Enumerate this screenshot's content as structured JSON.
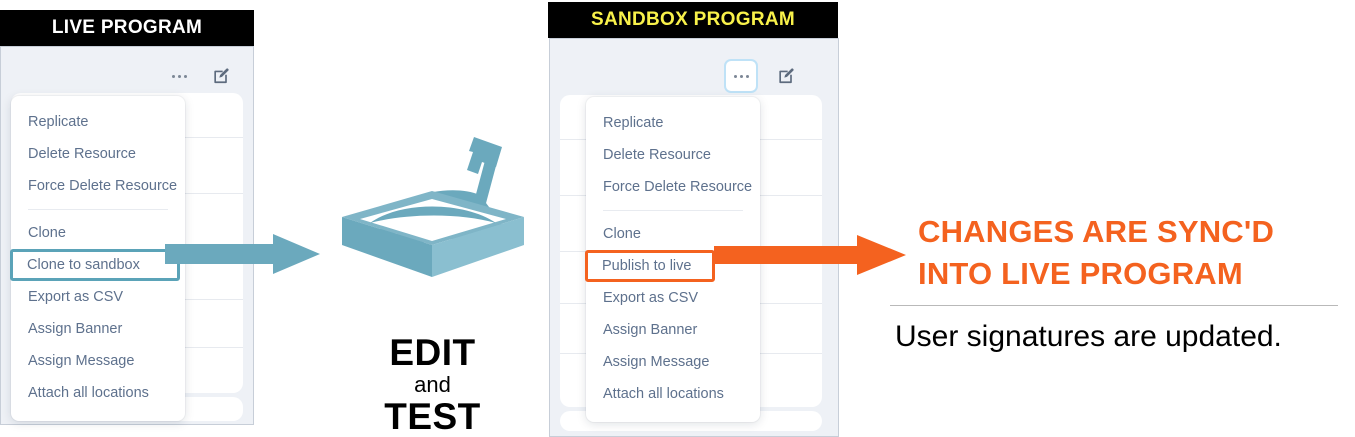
{
  "colors": {
    "header_bg": "#000000",
    "live_title_color": "#ffffff",
    "sandbox_title_color": "#f8f14a",
    "panel_bg": "#eef1f6",
    "menu_text": "#5e718d",
    "teal": "#5ba3b8",
    "orange": "#f4621f",
    "divider": "#b9b9b9"
  },
  "live_panel": {
    "title": "LIVE PROGRAM",
    "toolbar": {
      "more_icon": "ellipsis-icon",
      "edit_icon": "edit-square-icon"
    },
    "menu": {
      "group_one": [
        "Replicate",
        "Delete Resource",
        "Force Delete Resource"
      ],
      "group_two": [
        "Clone"
      ],
      "highlighted": "Clone to sandbox",
      "group_three": [
        "Export as CSV",
        "Assign Banner",
        "Assign Message",
        "Attach all locations"
      ]
    }
  },
  "sandbox_panel": {
    "title": "SANDBOX PROGRAM",
    "toolbar": {
      "more_icon": "ellipsis-icon",
      "edit_icon": "edit-square-icon"
    },
    "menu": {
      "group_one": [
        "Replicate",
        "Delete Resource",
        "Force Delete Resource"
      ],
      "group_two": [
        "Clone"
      ],
      "highlighted": "Publish to live",
      "group_three": [
        "Export as CSV",
        "Assign Banner",
        "Assign Message",
        "Attach all locations"
      ]
    }
  },
  "center": {
    "illustration": "sandbox-with-shovel-icon",
    "line1": "EDIT",
    "line2": "and",
    "line3": "TEST"
  },
  "right": {
    "headline_line1": "CHANGES ARE SYNC'D",
    "headline_line2": "INTO LIVE PROGRAM",
    "subtext": "User signatures are updated."
  },
  "arrows": {
    "left_arrow": "arrow-right-teal",
    "right_arrow": "arrow-right-orange"
  }
}
